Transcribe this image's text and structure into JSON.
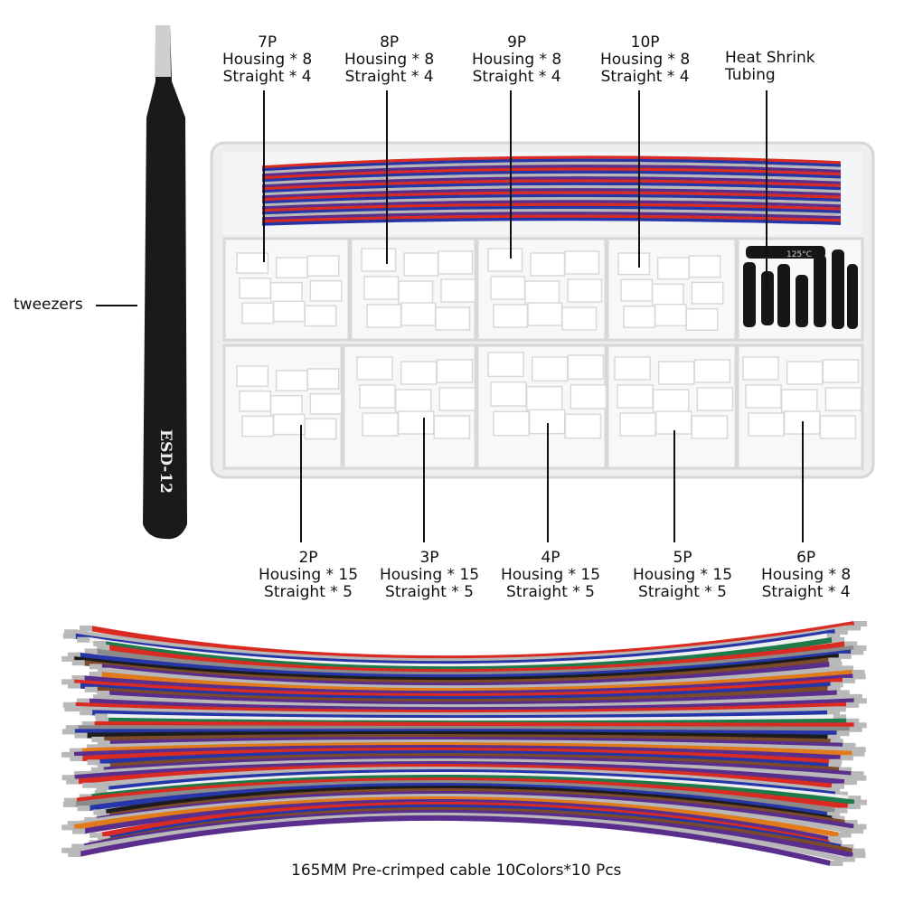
{
  "tweezers": {
    "label": "tweezers",
    "marking": "ESD-12"
  },
  "heat_shrink_marking": "125°C",
  "top_labels": [
    {
      "size": "7P",
      "housing": "Housing * 8",
      "straight": "Straight * 4"
    },
    {
      "size": "8P",
      "housing": "Housing * 8",
      "straight": "Straight * 4"
    },
    {
      "size": "9P",
      "housing": "Housing * 8",
      "straight": "Straight * 4"
    },
    {
      "size": "10P",
      "housing": "Housing * 8",
      "straight": "Straight * 4"
    }
  ],
  "heat_shrink": {
    "line1": "Heat Shrink",
    "line2": "Tubing"
  },
  "bottom_labels": [
    {
      "size": "2P",
      "housing": "Housing * 15",
      "straight": "Straight * 5"
    },
    {
      "size": "3P",
      "housing": "Housing * 15",
      "straight": "Straight * 5"
    },
    {
      "size": "4P",
      "housing": "Housing * 15",
      "straight": "Straight * 5"
    },
    {
      "size": "5P",
      "housing": "Housing * 15",
      "straight": "Straight * 5"
    },
    {
      "size": "6P",
      "housing": "Housing * 8",
      "straight": "Straight * 4"
    }
  ],
  "cable_label": "165MM Pre-crimped cable 10Colors*10 Pcs",
  "wire_colors": [
    "#d92b22",
    "#2636a8",
    "#b8b8b8",
    "#f2f2f2",
    "#5a2e8c",
    "#1c1c1c",
    "#7a4a2a",
    "#1f7a4a",
    "#e07a1a",
    "#8a8a8a"
  ]
}
